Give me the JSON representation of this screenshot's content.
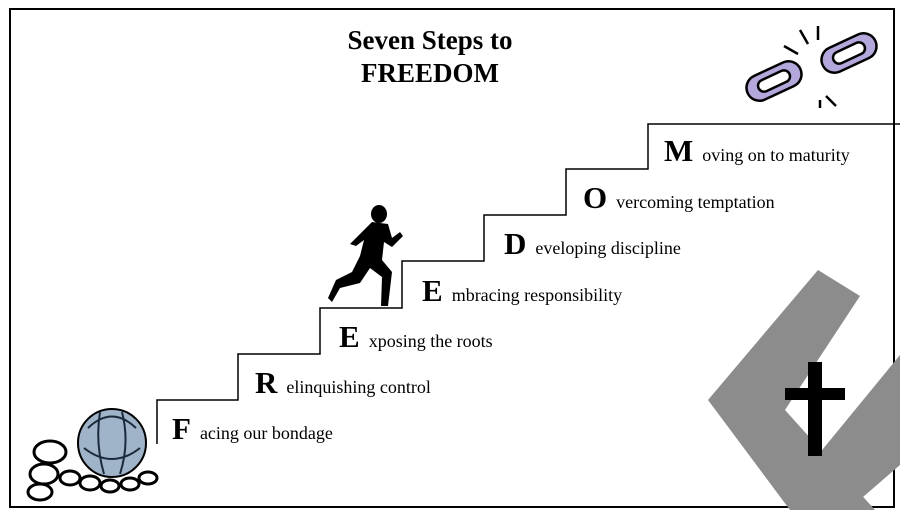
{
  "title": {
    "line1": "Seven Steps to",
    "line2": "FREEDOM"
  },
  "steps": [
    {
      "initial": "F",
      "rest": "acing our bondage"
    },
    {
      "initial": "R",
      "rest": "elinquishing control"
    },
    {
      "initial": "E",
      "rest": "xposing the roots"
    },
    {
      "initial": "E",
      "rest": "mbracing responsibility"
    },
    {
      "initial": "D",
      "rest": "eveloping discipline"
    },
    {
      "initial": "O",
      "rest": "vercoming temptation"
    },
    {
      "initial": "M",
      "rest": "oving on to maturity"
    }
  ],
  "icons": {
    "top_right": "broken-chain-icon",
    "bottom_left": "shackles-ball-icon",
    "climber": "running-person-icon",
    "cross": "cross-icon"
  },
  "colors": {
    "chain": "#b4a7dc",
    "chevron": "#8c8c8c",
    "line": "#000000"
  }
}
